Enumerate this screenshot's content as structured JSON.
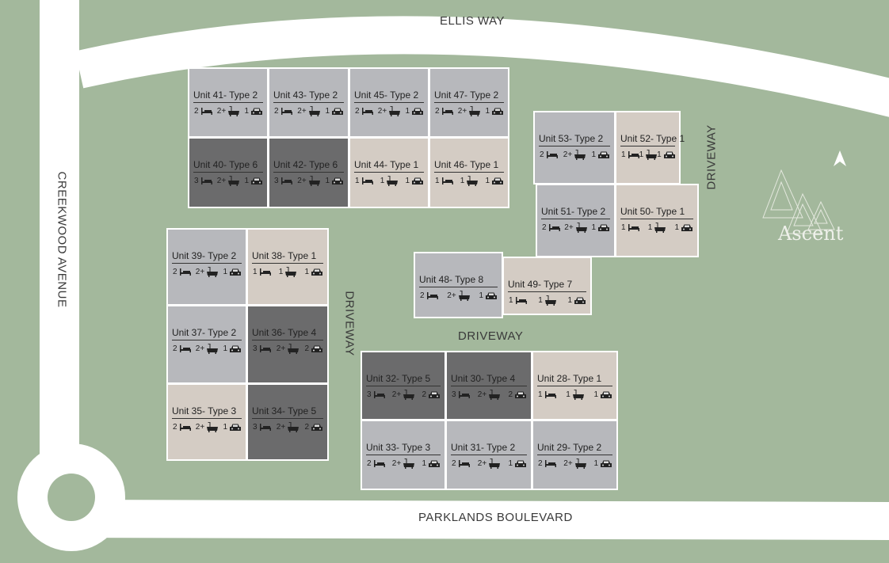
{
  "roads": {
    "ellis_way": "ELLIS WAY",
    "creekwood_avenue": "CREEKWOOD AVENUE",
    "parklands_boulevard": "PARKLANDS BOULEVARD",
    "driveway_right": "DRIVEWAY",
    "driveway_left": "DRIVEWAY",
    "driveway_center": "DRIVEWAY"
  },
  "logo": {
    "name": "Ascent"
  },
  "colors": {
    "light": "#b7b8bc",
    "dark": "#6b6b6c",
    "beige": "#d4ccc4",
    "grass": "#a3b89c",
    "road": "#ffffff"
  },
  "units": [
    {
      "label": "Unit 41- Type 2",
      "beds": "2",
      "baths": "2+",
      "parking": "1",
      "shade": "light"
    },
    {
      "label": "Unit 43- Type 2",
      "beds": "2",
      "baths": "2+",
      "parking": "1",
      "shade": "light"
    },
    {
      "label": "Unit 45- Type 2",
      "beds": "2",
      "baths": "2+",
      "parking": "1",
      "shade": "light"
    },
    {
      "label": "Unit 47- Type 2",
      "beds": "2",
      "baths": "2+",
      "parking": "1",
      "shade": "light"
    },
    {
      "label": "Unit 40- Type 6",
      "beds": "3",
      "baths": "2+",
      "parking": "1",
      "shade": "dark"
    },
    {
      "label": "Unit 42- Type 6",
      "beds": "3",
      "baths": "2+",
      "parking": "1",
      "shade": "dark"
    },
    {
      "label": "Unit 44- Type 1",
      "beds": "1",
      "baths": "1",
      "parking": "1",
      "shade": "beige"
    },
    {
      "label": "Unit 46- Type 1",
      "beds": "1",
      "baths": "1",
      "parking": "1",
      "shade": "beige"
    },
    {
      "label": "Unit 53- Type 2",
      "beds": "2",
      "baths": "2+",
      "parking": "1",
      "shade": "light"
    },
    {
      "label": "Unit 52- Type 1",
      "beds": "1",
      "baths": "1",
      "parking": "1",
      "shade": "beige"
    },
    {
      "label": "Unit 51- Type 2",
      "beds": "2",
      "baths": "2+",
      "parking": "1",
      "shade": "light"
    },
    {
      "label": "Unit 50- Type 1",
      "beds": "1",
      "baths": "1",
      "parking": "1",
      "shade": "beige"
    },
    {
      "label": "Unit 48- Type 8",
      "beds": "2",
      "baths": "2+",
      "parking": "1",
      "shade": "light"
    },
    {
      "label": "Unit 49- Type 7",
      "beds": "1",
      "baths": "1",
      "parking": "1",
      "shade": "beige"
    },
    {
      "label": "Unit 39- Type 2",
      "beds": "2",
      "baths": "2+",
      "parking": "1",
      "shade": "light"
    },
    {
      "label": "Unit 38- Type 1",
      "beds": "1",
      "baths": "1",
      "parking": "1",
      "shade": "beige"
    },
    {
      "label": "Unit 37- Type 2",
      "beds": "2",
      "baths": "2+",
      "parking": "1",
      "shade": "light"
    },
    {
      "label": "Unit 36- Type 4",
      "beds": "3",
      "baths": "2+",
      "parking": "2",
      "shade": "dark"
    },
    {
      "label": "Unit 35- Type 3",
      "beds": "2",
      "baths": "2+",
      "parking": "1",
      "shade": "beige"
    },
    {
      "label": "Unit 34- Type 5",
      "beds": "3",
      "baths": "2+",
      "parking": "2",
      "shade": "dark"
    },
    {
      "label": "Unit 32- Type 5",
      "beds": "3",
      "baths": "2+",
      "parking": "2",
      "shade": "dark"
    },
    {
      "label": "Unit 30- Type 4",
      "beds": "3",
      "baths": "2+",
      "parking": "2",
      "shade": "dark"
    },
    {
      "label": "Unit 28- Type 1",
      "beds": "1",
      "baths": "1",
      "parking": "1",
      "shade": "beige"
    },
    {
      "label": "Unit 33- Type 3",
      "beds": "2",
      "baths": "2+",
      "parking": "1",
      "shade": "light"
    },
    {
      "label": "Unit 31- Type 2",
      "beds": "2",
      "baths": "2+",
      "parking": "1",
      "shade": "light"
    },
    {
      "label": "Unit 29- Type 2",
      "beds": "2",
      "baths": "2+",
      "parking": "1",
      "shade": "light"
    }
  ]
}
